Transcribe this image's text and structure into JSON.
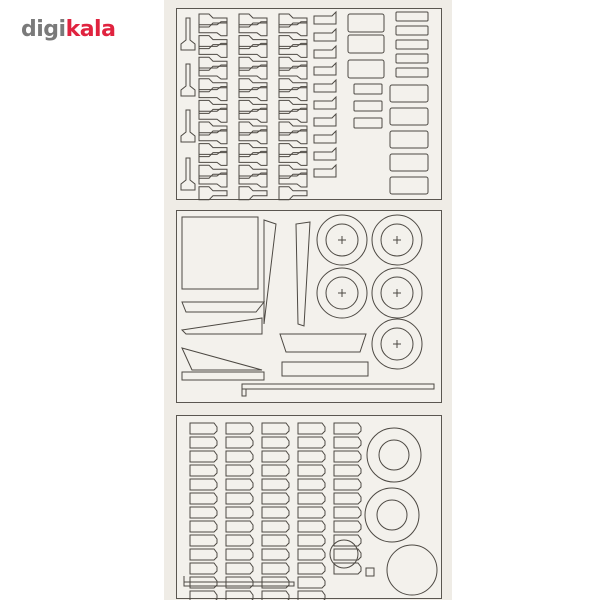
{
  "brand": {
    "part1": "digi",
    "part2": "kala",
    "color_gray": "#7a7a7a",
    "color_red": "#e0233f"
  },
  "product_image": {
    "description": "laser-cut wooden puzzle parts sheet",
    "panels": [
      {
        "id": "panel-top",
        "label": "T-shaped and rectangular pieces"
      },
      {
        "id": "panel-middle",
        "label": "base plate, side frames and gear discs"
      },
      {
        "id": "panel-bottom",
        "label": "rectangular tab pieces and discs"
      }
    ]
  }
}
